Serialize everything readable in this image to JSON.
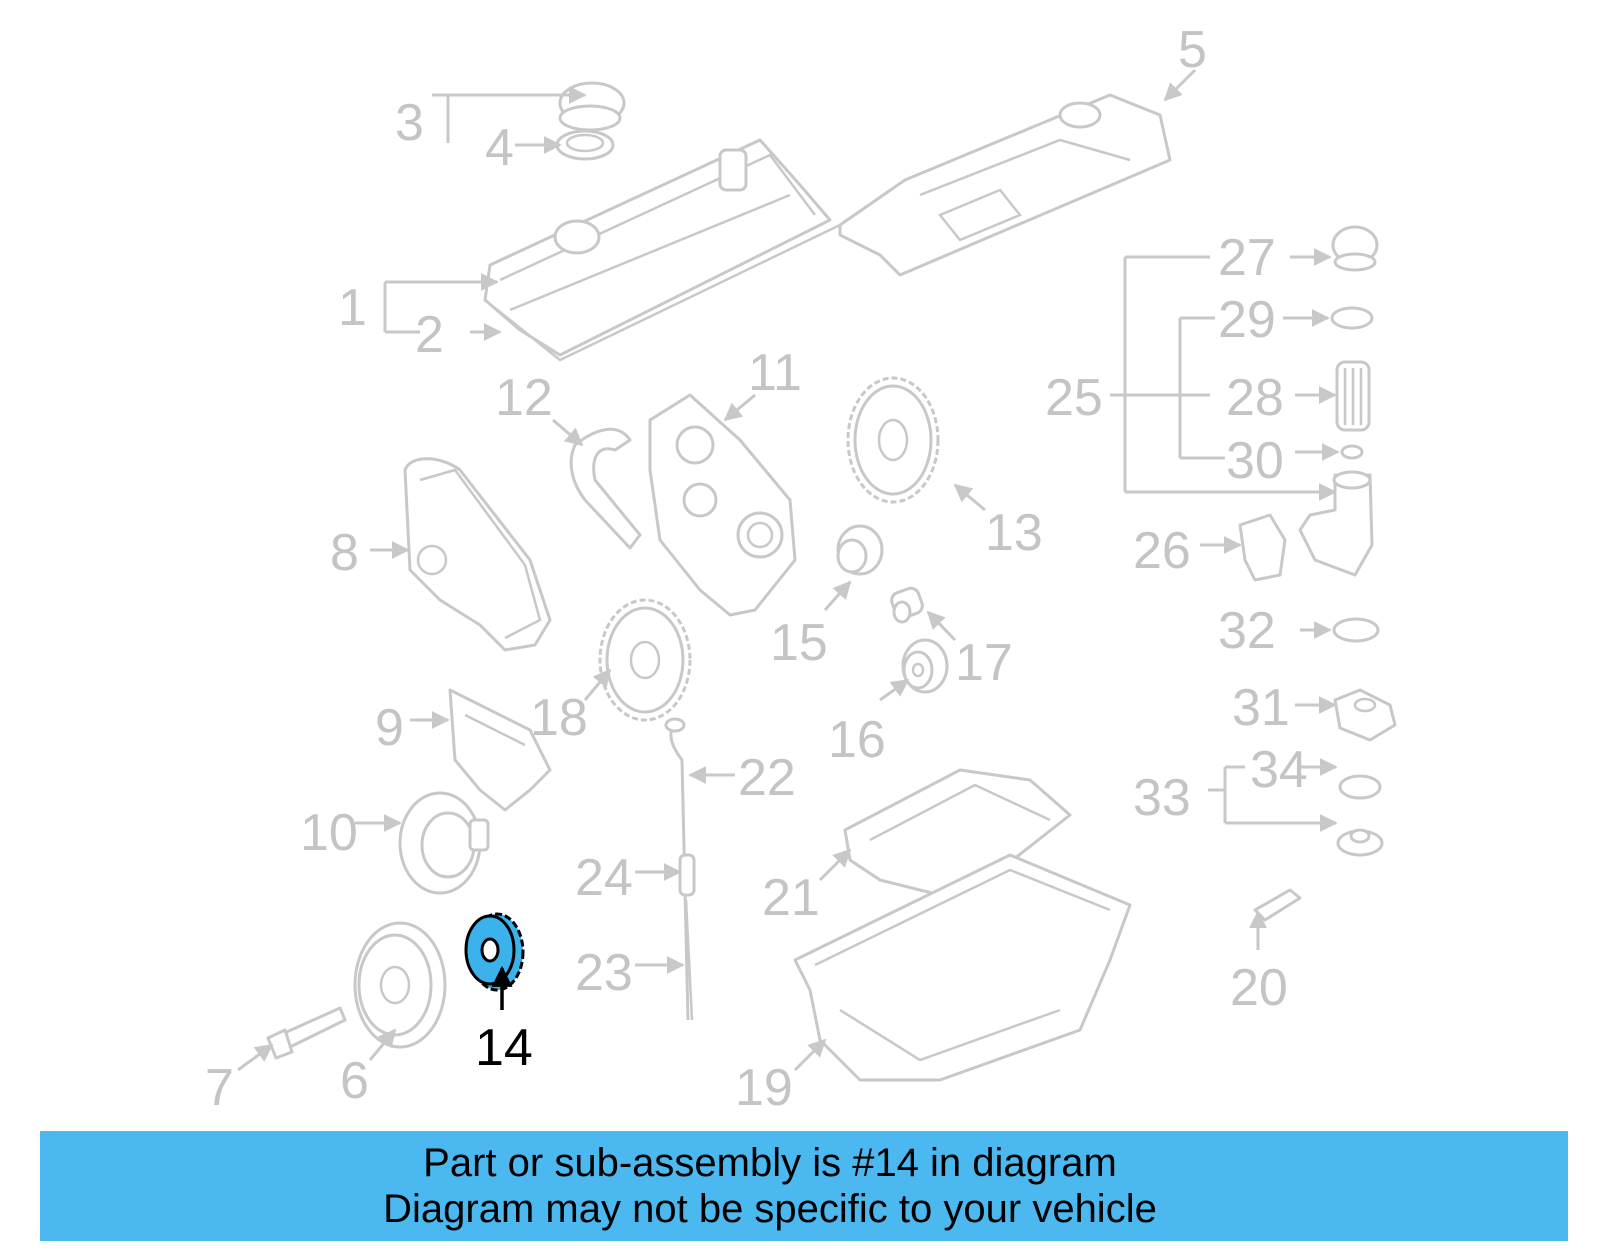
{
  "diagram": {
    "highlighted_part": "14",
    "callouts": [
      {
        "id": "c1",
        "label": "1"
      },
      {
        "id": "c2",
        "label": "2"
      },
      {
        "id": "c3",
        "label": "3"
      },
      {
        "id": "c4",
        "label": "4"
      },
      {
        "id": "c5",
        "label": "5"
      },
      {
        "id": "c6",
        "label": "6"
      },
      {
        "id": "c7",
        "label": "7"
      },
      {
        "id": "c8",
        "label": "8"
      },
      {
        "id": "c9",
        "label": "9"
      },
      {
        "id": "c10",
        "label": "10"
      },
      {
        "id": "c11",
        "label": "11"
      },
      {
        "id": "c12",
        "label": "12"
      },
      {
        "id": "c13",
        "label": "13"
      },
      {
        "id": "c14",
        "label": "14"
      },
      {
        "id": "c15",
        "label": "15"
      },
      {
        "id": "c16",
        "label": "16"
      },
      {
        "id": "c17",
        "label": "17"
      },
      {
        "id": "c18",
        "label": "18"
      },
      {
        "id": "c19",
        "label": "19"
      },
      {
        "id": "c20",
        "label": "20"
      },
      {
        "id": "c21",
        "label": "21"
      },
      {
        "id": "c22",
        "label": "22"
      },
      {
        "id": "c23",
        "label": "23"
      },
      {
        "id": "c24",
        "label": "24"
      },
      {
        "id": "c25",
        "label": "25"
      },
      {
        "id": "c26",
        "label": "26"
      },
      {
        "id": "c27",
        "label": "27"
      },
      {
        "id": "c28",
        "label": "28"
      },
      {
        "id": "c29",
        "label": "29"
      },
      {
        "id": "c30",
        "label": "30"
      },
      {
        "id": "c31",
        "label": "31"
      },
      {
        "id": "c32",
        "label": "32"
      },
      {
        "id": "c33",
        "label": "33"
      },
      {
        "id": "c34",
        "label": "34"
      }
    ],
    "colors": {
      "line": "#c8c8c8",
      "highlight_fill": "#3bb2ec",
      "highlight_label": "#000000",
      "banner": "#4bb8f0"
    }
  },
  "banner": {
    "line1": "Part or sub-assembly is #14 in diagram",
    "line2": "Diagram may not be specific to your vehicle"
  }
}
